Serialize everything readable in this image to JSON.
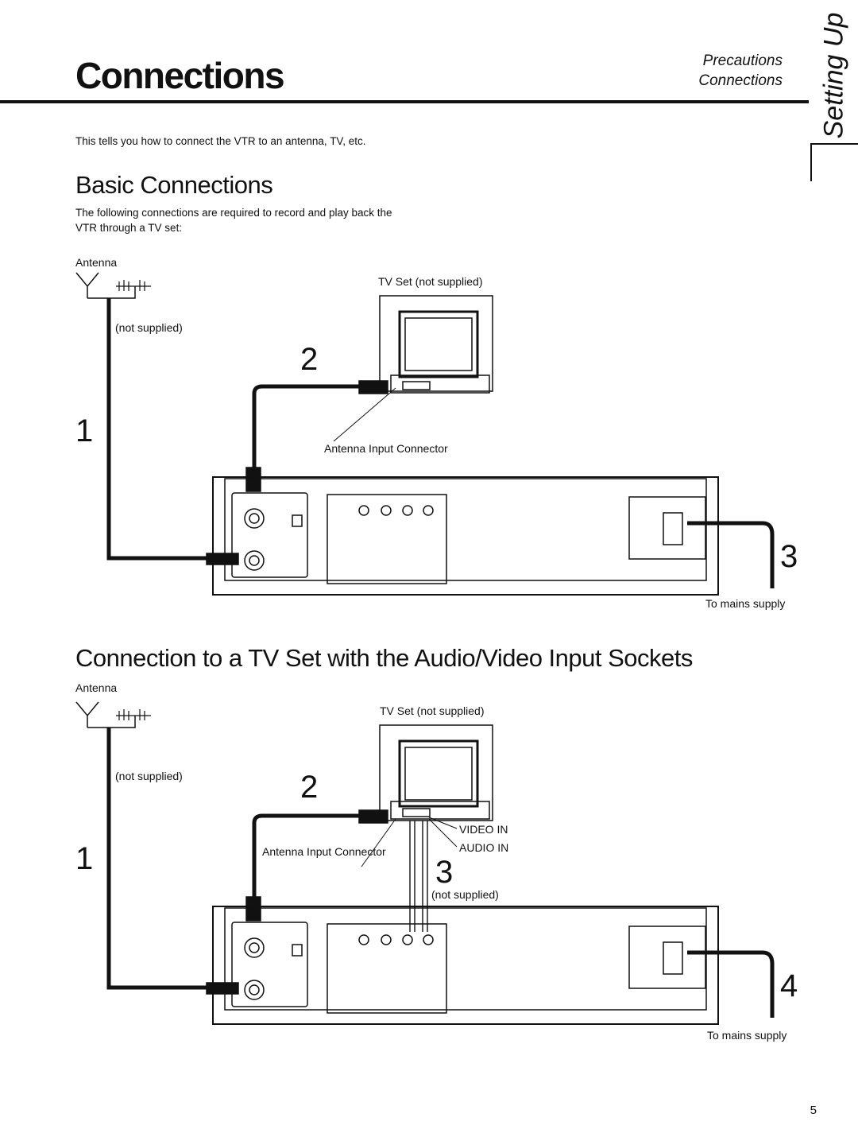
{
  "header": {
    "title": "Connections",
    "breadcrumb": [
      "Precautions",
      "Connections"
    ],
    "side_tab": "Setting Up"
  },
  "intro": "This tells you how to connect the VTR to an antenna, TV, etc.",
  "basic": {
    "heading": "Basic Connections",
    "description": "The following connections are required to record and play back the VTR through a TV set:",
    "labels": {
      "antenna": "Antenna",
      "tv_set": "TV Set (not supplied)",
      "cable": "(not supplied)",
      "antenna_input": "Antenna Input Connector",
      "mains": "To mains supply"
    },
    "steps": [
      "1",
      "2",
      "3"
    ]
  },
  "av": {
    "heading": "Connection to a TV Set with the Audio/Video Input Sockets",
    "labels": {
      "antenna": "Antenna",
      "tv_set": "TV Set (not supplied)",
      "cable": "(not supplied)",
      "antenna_input": "Antenna Input Connector",
      "video_in": "VIDEO IN",
      "audio_in": "AUDIO IN",
      "av_cable": "(not supplied)",
      "mains": "To mains supply"
    },
    "steps": [
      "1",
      "2",
      "3",
      "4"
    ]
  },
  "page_number": "5"
}
